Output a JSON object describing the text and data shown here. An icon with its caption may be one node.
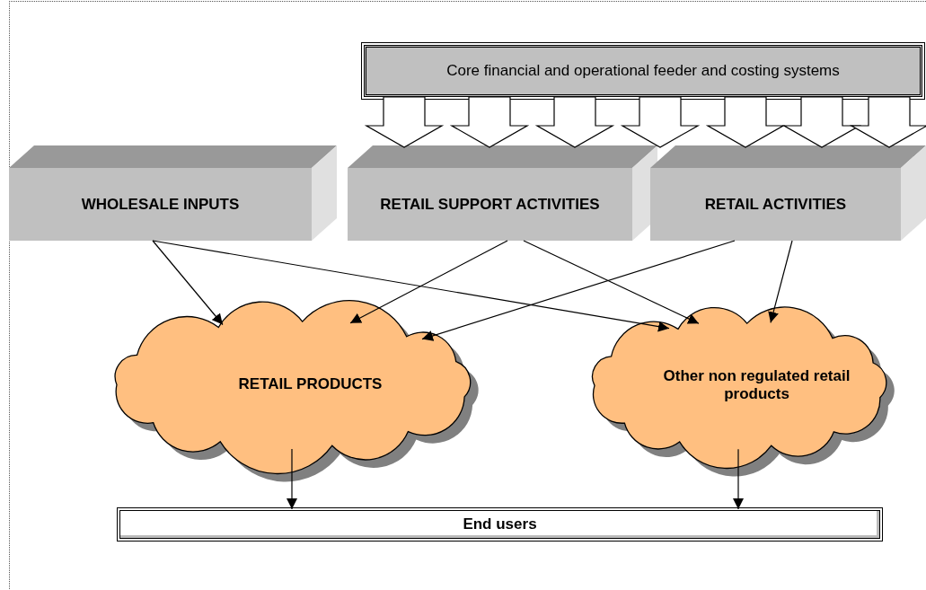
{
  "diagram": {
    "nodes": [
      {
        "text": [
          "Core financial and operational feeder and costing systems"
        ]
      },
      {
        "text": [
          "WHOLESALE INPUTS"
        ]
      },
      {
        "text": [
          "RETAIL SUPPORT ACTIVITIES"
        ]
      },
      {
        "text": [
          "RETAIL ACTIVITIES"
        ]
      },
      {
        "text": [
          "RETAIL PRODUCTS"
        ]
      },
      {
        "text": [
          "Other non regulated retail products"
        ]
      },
      {
        "text": [
          "End users"
        ]
      }
    ],
    "edges": [
      {
        "from": 0,
        "to": 2,
        "arrow": "to",
        "style": "thick"
      },
      {
        "from": 0,
        "to": 2,
        "arrow": "to",
        "style": "thick"
      },
      {
        "from": 0,
        "to": 2,
        "arrow": "to",
        "style": "thick"
      },
      {
        "from": 0,
        "to": 2,
        "arrow": "to",
        "style": "thick"
      },
      {
        "from": 0,
        "to": 3,
        "arrow": "to",
        "style": "thick"
      },
      {
        "from": 0,
        "to": 3,
        "arrow": "to",
        "style": "thick"
      },
      {
        "from": 0,
        "to": 3,
        "arrow": "to",
        "style": "thick"
      },
      {
        "from": 1,
        "to": 4,
        "arrow": "to"
      },
      {
        "from": 1,
        "to": 5,
        "arrow": "to"
      },
      {
        "from": 2,
        "to": 4,
        "arrow": "to"
      },
      {
        "from": 2,
        "to": 5,
        "arrow": "to"
      },
      {
        "from": 3,
        "to": 4,
        "arrow": "to"
      },
      {
        "from": 3,
        "to": 5,
        "arrow": "to"
      },
      {
        "from": 4,
        "to": 6,
        "arrow": "to"
      },
      {
        "from": 5,
        "to": 6,
        "arrow": "to"
      }
    ]
  }
}
